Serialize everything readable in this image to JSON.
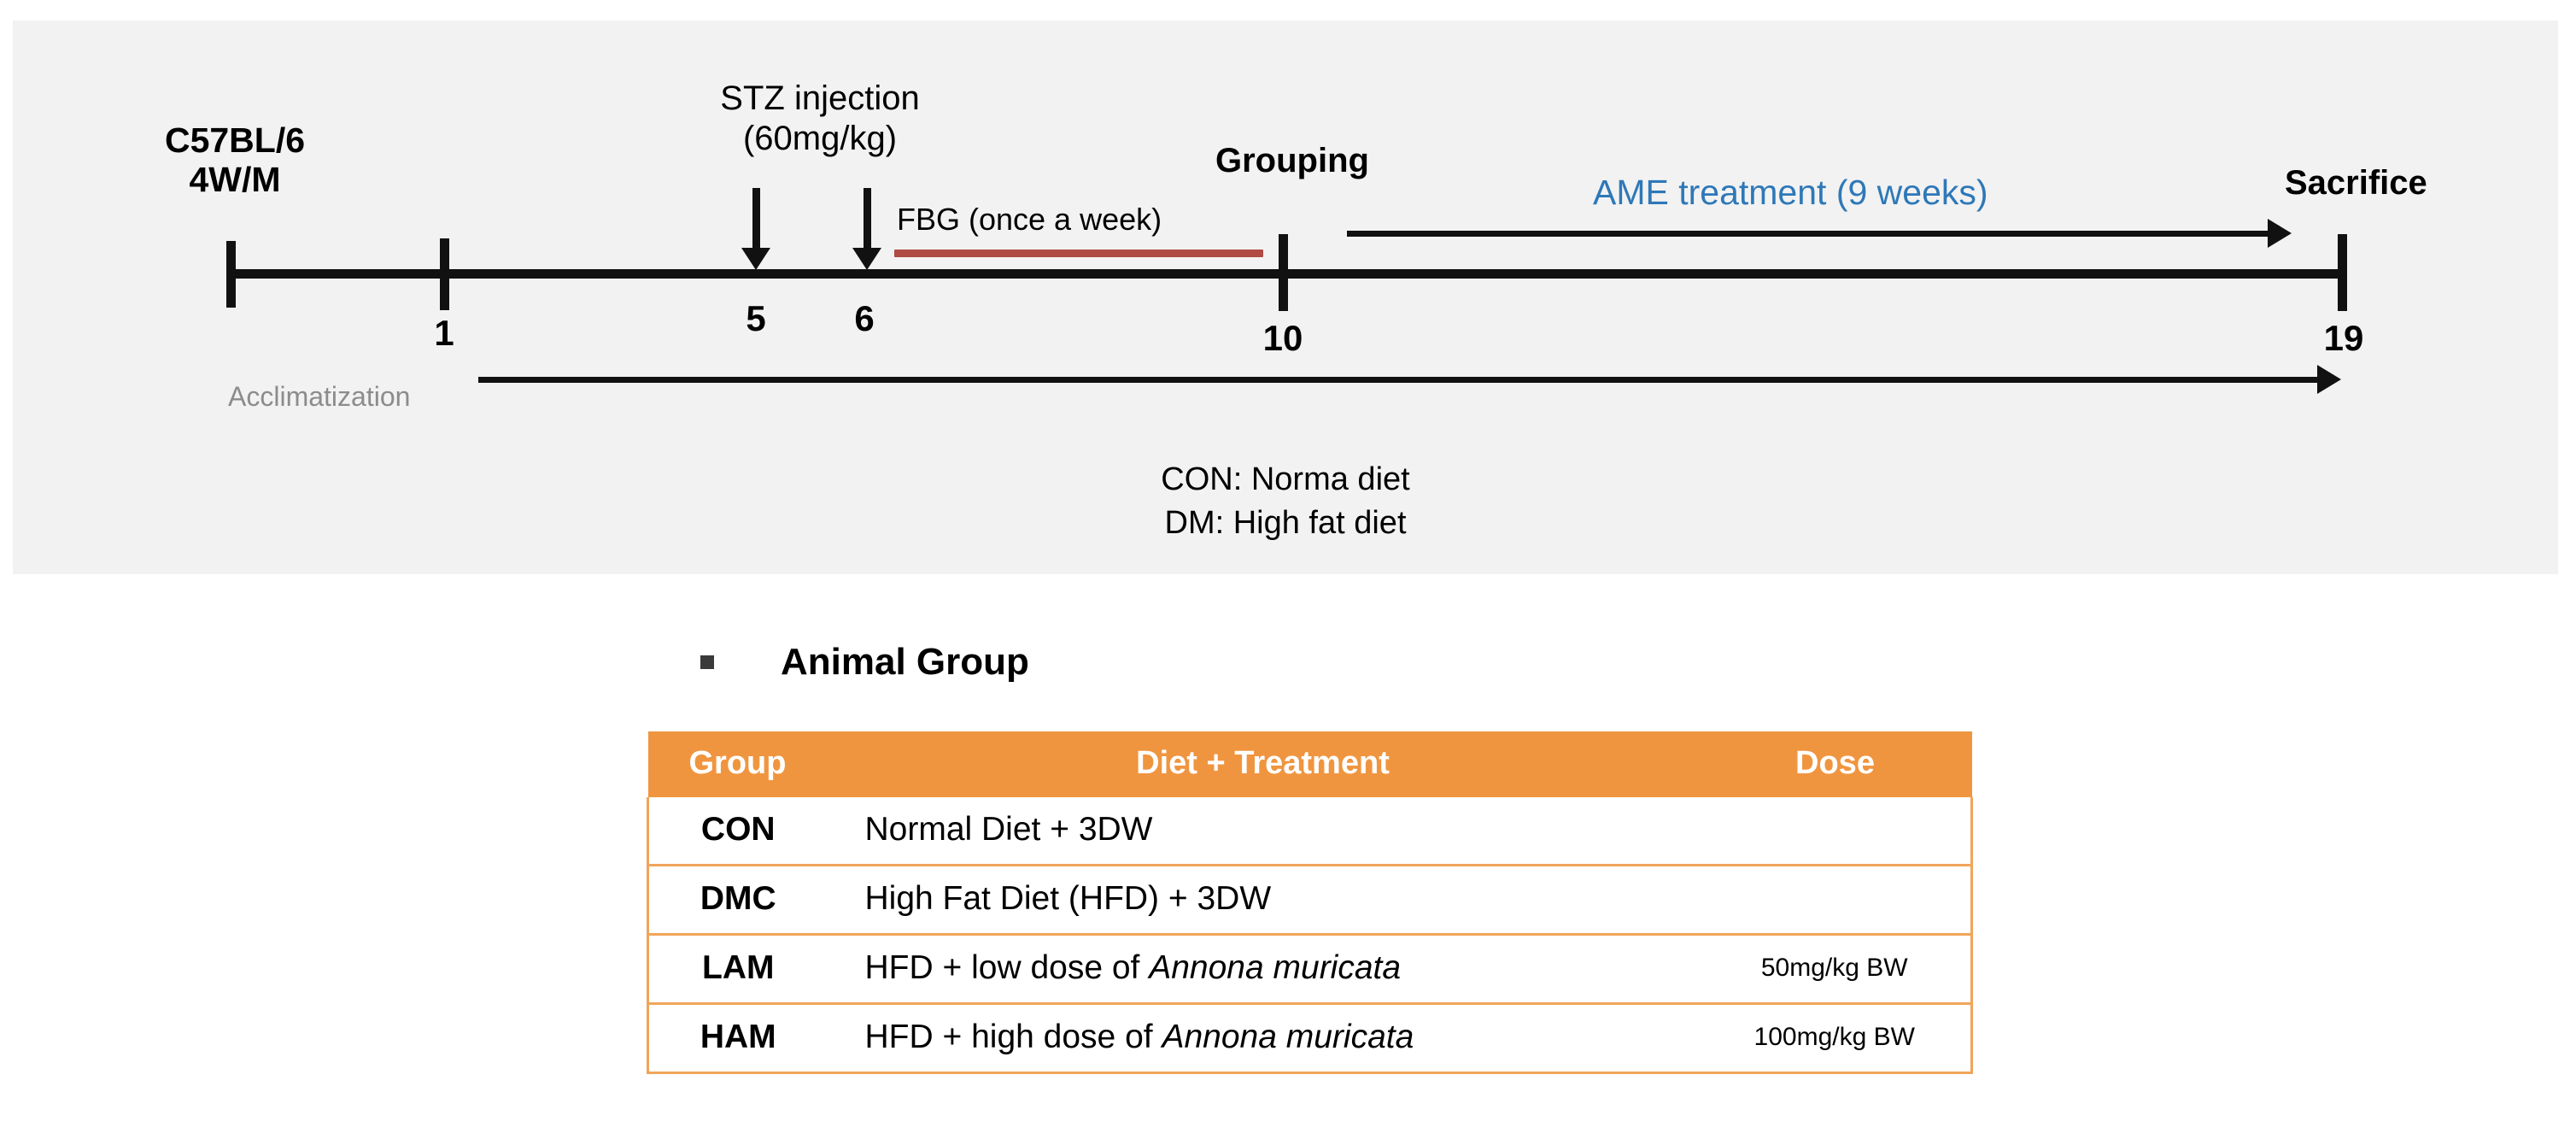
{
  "timeline": {
    "strain_label": "C57BL/6\n4W/M",
    "strain_line1": "C57BL/6",
    "strain_line2": "4W/M",
    "stz_line1": "STZ injection",
    "stz_line2": "(60mg/kg)",
    "fbg_label": "FBG (once a week)",
    "grouping_label": "Grouping",
    "ame_label": "AME treatment (9 weeks)",
    "sacrifice_label": "Sacrifice",
    "acclimatization_label": "Acclimatization",
    "ticks": [
      {
        "name": "week-1",
        "value": "1"
      },
      {
        "name": "week-5",
        "value": "5"
      },
      {
        "name": "week-6",
        "value": "6"
      },
      {
        "name": "week-10",
        "value": "10"
      },
      {
        "name": "week-19",
        "value": "19"
      }
    ],
    "diet_legend_line1": "CON: Norma diet",
    "diet_legend_line2": "DM: High fat diet",
    "colors": {
      "panel_background": "#F2F2F2",
      "ame_blue": "#2E78B8",
      "fbg_red": "#B04A45",
      "acclimatization_gray": "#8C8C8C",
      "axis_black": "#111111"
    }
  },
  "animal_group": {
    "heading": "Animal Group",
    "bullet_icon": "square-bullet-icon",
    "table": {
      "columns": [
        "Group",
        "Diet + Treatment",
        "Dose"
      ],
      "header_background": "#F0953F",
      "border_color": "#F0A55A",
      "rows": [
        {
          "group": "CON",
          "diet_prefix": "Normal Diet + 3DW",
          "diet_species": "",
          "dose": ""
        },
        {
          "group": "DMC",
          "diet_prefix": "High Fat Diet (HFD) + 3DW",
          "diet_species": "",
          "dose": ""
        },
        {
          "group": "LAM",
          "diet_prefix": "HFD + low dose of ",
          "diet_species": "Annona muricata",
          "dose": "50mg/kg BW"
        },
        {
          "group": "HAM",
          "diet_prefix": "HFD + high dose of ",
          "diet_species": "Annona muricata",
          "dose": "100mg/kg BW"
        }
      ]
    }
  }
}
